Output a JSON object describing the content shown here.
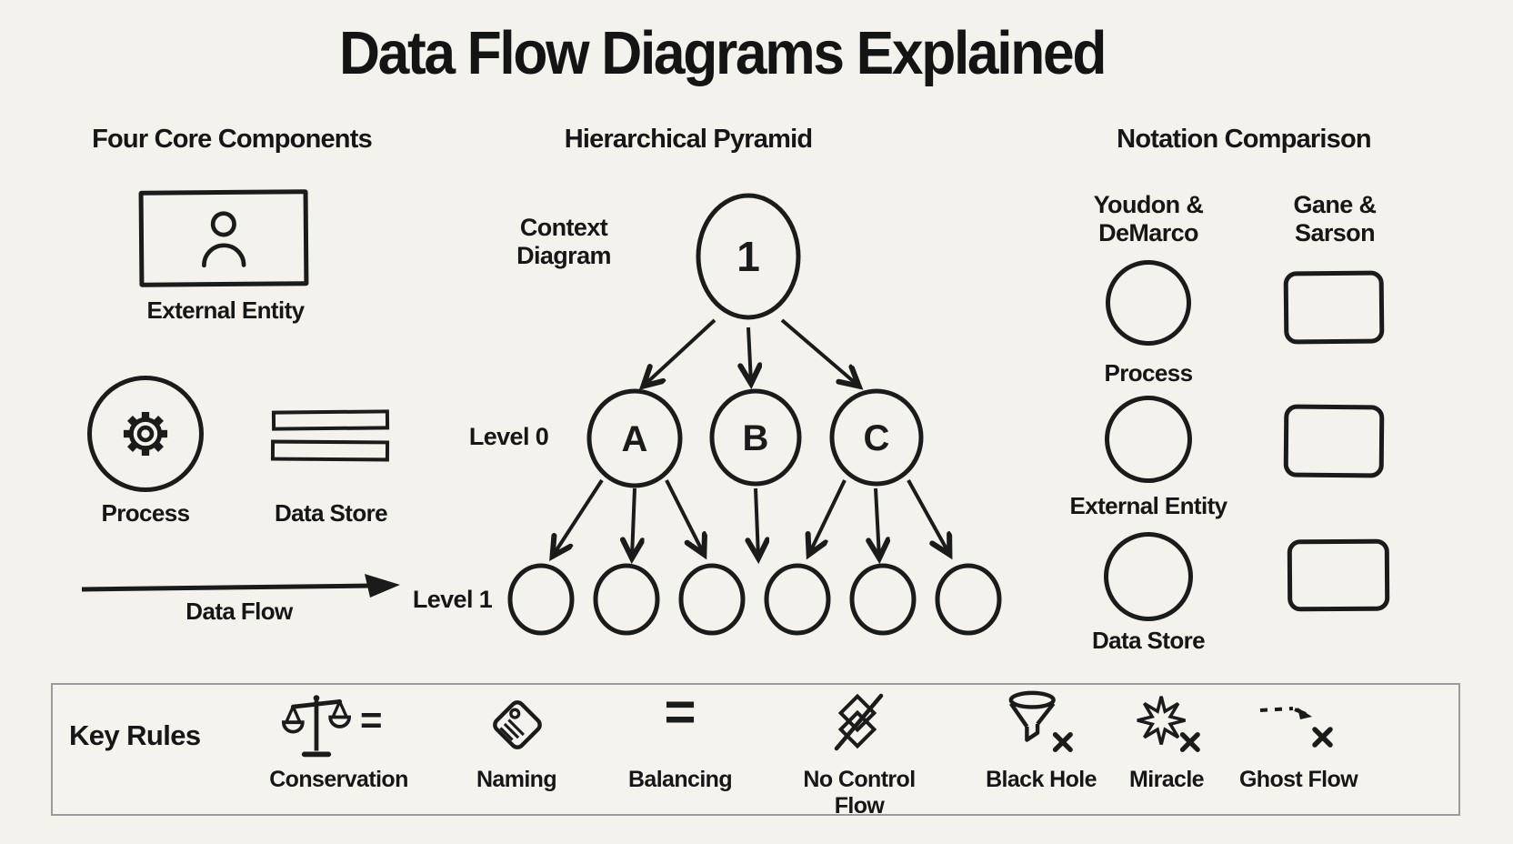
{
  "title": "Data Flow Diagrams Explained",
  "components": {
    "heading": "Four Core Components",
    "external_entity_label": "External Entity",
    "process_label": "Process",
    "data_store_label": "Data Store",
    "data_flow_label": "Data Flow"
  },
  "pyramid": {
    "heading": "Hierarchical Pyramid",
    "context_label": [
      "Context",
      "Diagram"
    ],
    "context_node": "1",
    "level0_label": "Level 0",
    "level0_nodes": [
      "A",
      "B",
      "C"
    ],
    "level1_label": "Level 1",
    "level1_node_count": 6
  },
  "notation": {
    "heading": "Notation Comparison",
    "columns": [
      [
        "Youdon &",
        "DeMarco"
      ],
      [
        "Gane &",
        "Sarson"
      ]
    ],
    "rows": [
      "Process",
      "External Entity",
      "Data Store"
    ]
  },
  "rules": {
    "heading": "Key Rules",
    "conservation": {
      "label": "Conservation",
      "icon": "balance-scale-icon",
      "equals": "="
    },
    "naming": {
      "label": "Naming",
      "icon": "tag-icon"
    },
    "balancing": {
      "label": "Balancing",
      "icon": "equals-icon",
      "equals": "="
    },
    "no_control_flow": {
      "label": "No Control Flow",
      "icon": "crossed-diamonds-icon"
    },
    "black_hole": {
      "label": "Black Hole",
      "icon": "funnel-x-icon"
    },
    "miracle": {
      "label": "Miracle",
      "icon": "starburst-x-icon"
    },
    "ghost_flow": {
      "label": "Ghost Flow",
      "icon": "dashed-arrow-x-icon"
    }
  },
  "colors": {
    "ink": "#1b1b1b",
    "paper": "#f4f2ec",
    "rules_box_border": "#9b9b9b"
  }
}
